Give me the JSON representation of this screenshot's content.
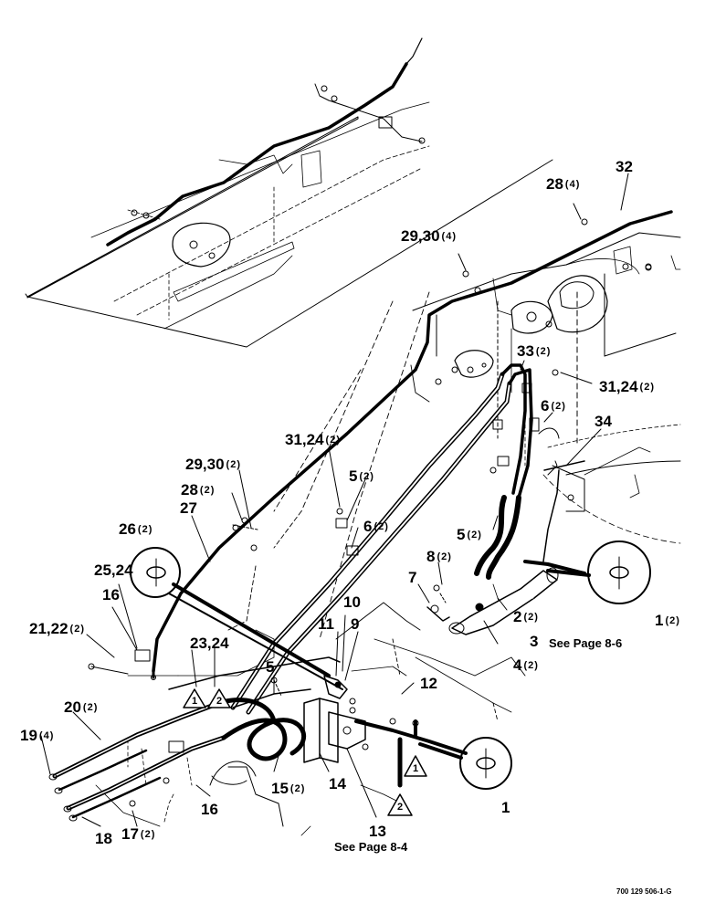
{
  "callouts": [
    {
      "id": "c32",
      "num": "32",
      "qty": ""
    },
    {
      "id": "c28a",
      "num": "28",
      "qty": "(4)"
    },
    {
      "id": "c2930a",
      "num": "29,30",
      "qty": "(4)"
    },
    {
      "id": "c33",
      "num": "33",
      "qty": "(2)"
    },
    {
      "id": "c3124a",
      "num": "31,24",
      "qty": "(2)"
    },
    {
      "id": "c6a",
      "num": "6",
      "qty": "(2)"
    },
    {
      "id": "c34",
      "num": "34",
      "qty": ""
    },
    {
      "id": "c3124b",
      "num": "31,24",
      "qty": "(2)"
    },
    {
      "id": "c2930b",
      "num": "29,30",
      "qty": "(2)"
    },
    {
      "id": "c5a",
      "num": "5",
      "qty": "(2)"
    },
    {
      "id": "c28b",
      "num": "28",
      "qty": "(2)"
    },
    {
      "id": "c27",
      "num": "27",
      "qty": ""
    },
    {
      "id": "c6b",
      "num": "6",
      "qty": "(2)"
    },
    {
      "id": "c26",
      "num": "26",
      "qty": "(2)"
    },
    {
      "id": "c5b",
      "num": "5",
      "qty": "(2)"
    },
    {
      "id": "c8",
      "num": "8",
      "qty": "(2)"
    },
    {
      "id": "c7",
      "num": "7",
      "qty": ""
    },
    {
      "id": "c2524",
      "num": "25,24",
      "qty": ""
    },
    {
      "id": "c16a",
      "num": "16",
      "qty": ""
    },
    {
      "id": "c10",
      "num": "10",
      "qty": ""
    },
    {
      "id": "c1a",
      "num": "1",
      "qty": "(2)"
    },
    {
      "id": "c2",
      "num": "2",
      "qty": "(2)"
    },
    {
      "id": "c11",
      "num": "11",
      "qty": ""
    },
    {
      "id": "c9",
      "num": "9",
      "qty": ""
    },
    {
      "id": "c3",
      "num": "3",
      "qty": ""
    },
    {
      "id": "c2122",
      "num": "21,22",
      "qty": "(2)"
    },
    {
      "id": "c2324",
      "num": "23,24",
      "qty": ""
    },
    {
      "id": "c4",
      "num": "4",
      "qty": "(2)"
    },
    {
      "id": "c5c",
      "num": "5",
      "qty": ""
    },
    {
      "id": "c12",
      "num": "12",
      "qty": ""
    },
    {
      "id": "c20",
      "num": "20",
      "qty": "(2)"
    },
    {
      "id": "c19",
      "num": "19",
      "qty": "(4)"
    },
    {
      "id": "c14",
      "num": "14",
      "qty": ""
    },
    {
      "id": "c15",
      "num": "15",
      "qty": "(2)"
    },
    {
      "id": "c16b",
      "num": "16",
      "qty": ""
    },
    {
      "id": "c1b",
      "num": "1",
      "qty": ""
    },
    {
      "id": "c18",
      "num": "18",
      "qty": ""
    },
    {
      "id": "c17",
      "num": "17",
      "qty": "(2)"
    },
    {
      "id": "c13",
      "num": "13",
      "qty": ""
    }
  ],
  "notes": {
    "see_page_86": "See Page 8-6",
    "see_page_84": "See Page 8-4"
  },
  "triangles": {
    "t1": "1",
    "t2": "2"
  },
  "drawing_code": "700 129 506-1-G"
}
